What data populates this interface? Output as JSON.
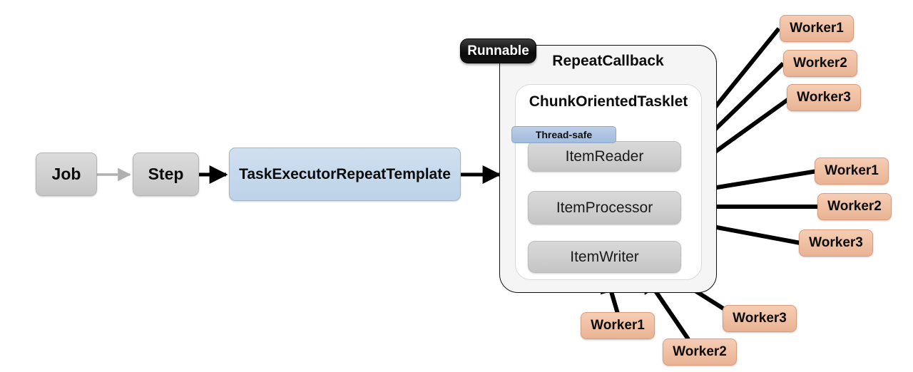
{
  "diagram": {
    "title": "Spring Batch multi-threaded step diagram",
    "background": "#ffffff",
    "colors": {
      "grey_node": "#d2d2d2",
      "blue_node": "#c6d9ec",
      "step_node": "#d0d0d0",
      "worker_node": "#efbfa2",
      "thread_safe_badge": "#aec5e2",
      "runnable_tag": "#0a0a0a",
      "arrow_black": "#000000",
      "arrow_grey": "#b0b0b0"
    }
  },
  "pipeline": {
    "job": {
      "label": "Job"
    },
    "step": {
      "label": "Step"
    },
    "template": {
      "label": "TaskExecutorRepeatTemplate"
    }
  },
  "runnable_tag": {
    "label": "Runnable"
  },
  "containers": {
    "outer": {
      "title": "RepeatCallback"
    },
    "inner": {
      "title": "ChunkOrientedTasklet"
    }
  },
  "badges": {
    "thread_safe": {
      "label": "Thread-safe"
    }
  },
  "chunk_steps": [
    {
      "label": "ItemReader"
    },
    {
      "label": "ItemProcessor"
    },
    {
      "label": "ItemWriter"
    }
  ],
  "workers": {
    "reader_group": [
      {
        "label": "Worker1"
      },
      {
        "label": "Worker2"
      },
      {
        "label": "Worker3"
      }
    ],
    "processor_group": [
      {
        "label": "Worker1"
      },
      {
        "label": "Worker2"
      },
      {
        "label": "Worker3"
      }
    ],
    "writer_group": [
      {
        "label": "Worker1"
      },
      {
        "label": "Worker2"
      },
      {
        "label": "Worker3"
      }
    ]
  }
}
